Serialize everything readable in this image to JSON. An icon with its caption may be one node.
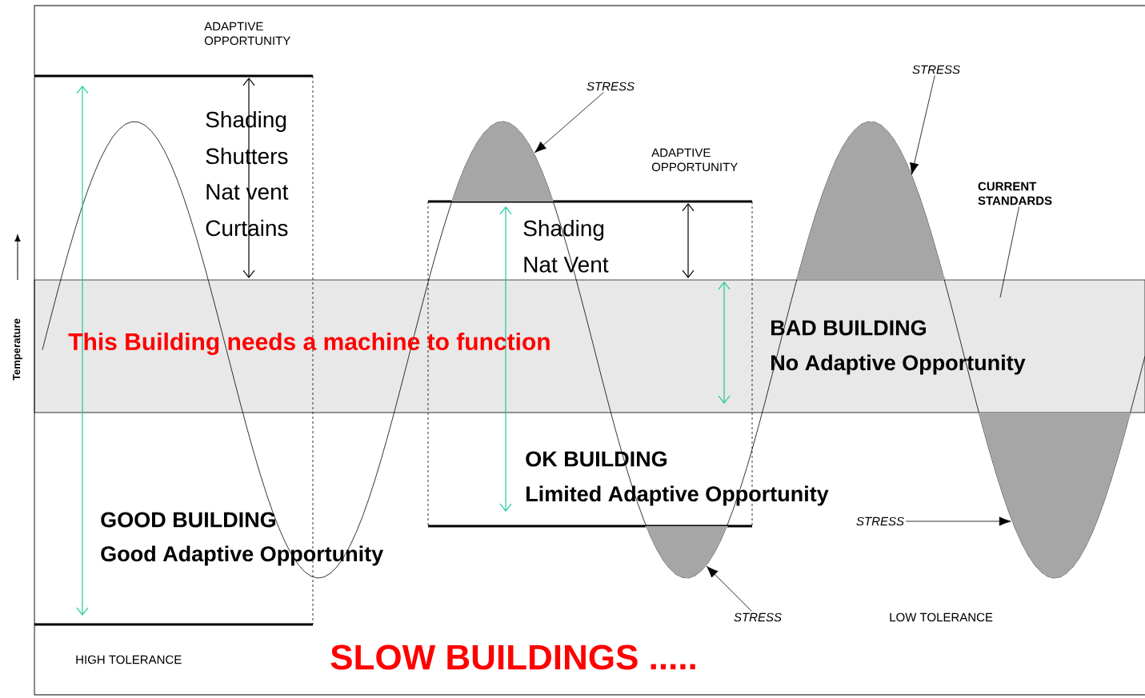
{
  "diagram": {
    "nodes": [
      {
        "text": [
          "STRESS"
        ]
      },
      {
        "text": [
          "STRESS"
        ]
      },
      {
        "text": [
          "STRESS"
        ]
      },
      {
        "text": [
          "STRESS"
        ]
      },
      {
        "text": [
          "CURRENT STANDARDS"
        ]
      },
      {
        "text": [],
        "shape": "lobe"
      },
      {
        "text": [],
        "shape": "lobe"
      },
      {
        "text": [],
        "shape": "lobe"
      },
      {
        "text": [],
        "shape": "lobe"
      }
    ],
    "edges": [
      {
        "from": 0,
        "to": 5,
        "arrow": "to"
      },
      {
        "from": 1,
        "to": 7,
        "arrow": "to"
      },
      {
        "from": 2,
        "to": 6,
        "arrow": "to"
      },
      {
        "from": 3,
        "to": 8,
        "arrow": "to"
      },
      {
        "from": 4,
        "to": null,
        "arrow": "none"
      }
    ],
    "labels": [
      "ADAPTIVE OPPORTUNITY",
      "Shading",
      "Shutters",
      "Nat vent",
      "Curtains",
      "ADAPTIVE OPPORTUNITY",
      "Shading",
      "Nat Vent",
      "Temperature",
      "This Building needs a machine to function",
      "BAD BUILDING",
      "No Adaptive Opportunity",
      "OK BUILDING",
      "Limited Adaptive Opportunity",
      "GOOD BUILDING",
      "Good Adaptive Opportunity",
      "HIGH TOLERANCE",
      "LOW TOLERANCE",
      "SLOW BUILDINGS ....."
    ]
  }
}
